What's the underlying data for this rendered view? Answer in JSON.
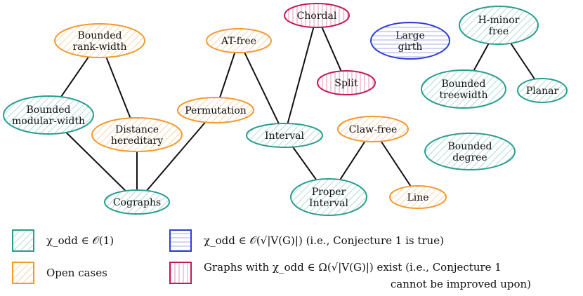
{
  "colors": {
    "teal": "#2a9d8f",
    "orange": "#f39a2e",
    "blue": "#2f3fd6",
    "magenta": "#c2185b"
  },
  "nodes": {
    "bounded_rank_width": {
      "lines": [
        "Bounded",
        "rank-width"
      ],
      "category": "open"
    },
    "at_free": {
      "lines": [
        "AT-free"
      ],
      "category": "open"
    },
    "chordal": {
      "lines": [
        "Chordal"
      ],
      "category": "exists"
    },
    "large_girth": {
      "lines": [
        "Large",
        "girth"
      ],
      "category": "sqrt"
    },
    "h_minor_free": {
      "lines": [
        "H-minor",
        "free"
      ],
      "category": "const"
    },
    "split": {
      "lines": [
        "Split"
      ],
      "category": "exists"
    },
    "bounded_treewidth": {
      "lines": [
        "Bounded",
        "treewidth"
      ],
      "category": "const"
    },
    "planar": {
      "lines": [
        "Planar"
      ],
      "category": "const"
    },
    "bounded_modular_width": {
      "lines": [
        "Bounded",
        "modular-width"
      ],
      "category": "const"
    },
    "permutation": {
      "lines": [
        "Permutation"
      ],
      "category": "open"
    },
    "distance_hereditary": {
      "lines": [
        "Distance",
        "hereditary"
      ],
      "category": "open"
    },
    "interval": {
      "lines": [
        "Interval"
      ],
      "category": "const"
    },
    "claw_free": {
      "lines": [
        "Claw-free"
      ],
      "category": "open"
    },
    "bounded_degree": {
      "lines": [
        "Bounded",
        "degree"
      ],
      "category": "const"
    },
    "proper_interval": {
      "lines": [
        "Proper",
        "Interval"
      ],
      "category": "const"
    },
    "line": {
      "lines": [
        "Line"
      ],
      "category": "open"
    },
    "cographs": {
      "lines": [
        "Cographs"
      ],
      "category": "const"
    }
  },
  "edges": [
    [
      "bounded_rank_width",
      "bounded_modular_width"
    ],
    [
      "bounded_rank_width",
      "distance_hereditary"
    ],
    [
      "bounded_modular_width",
      "cographs"
    ],
    [
      "distance_hereditary",
      "cographs"
    ],
    [
      "permutation",
      "cographs"
    ],
    [
      "at_free",
      "permutation"
    ],
    [
      "at_free",
      "interval"
    ],
    [
      "chordal",
      "interval"
    ],
    [
      "chordal",
      "split"
    ],
    [
      "interval",
      "proper_interval"
    ],
    [
      "claw_free",
      "proper_interval"
    ],
    [
      "claw_free",
      "line"
    ],
    [
      "h_minor_free",
      "bounded_treewidth"
    ],
    [
      "h_minor_free",
      "planar"
    ]
  ],
  "legend": {
    "const": {
      "text": "χ_odd ∈ 𝒪(1)"
    },
    "open": {
      "text": "Open cases"
    },
    "sqrt": {
      "text": "χ_odd ∈ 𝒪(√|V(G)|) (i.e., Conjecture 1 is true)"
    },
    "exists": {
      "line1": "Graphs with χ_odd ∈ Ω(√|V(G)|) exist (i.e., Conjecture 1",
      "line2": "cannot be improved upon)"
    }
  }
}
